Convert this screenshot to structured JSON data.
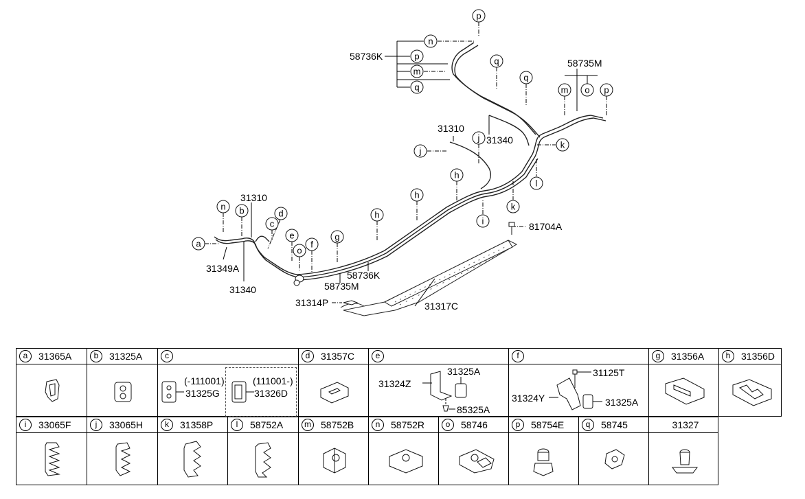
{
  "callouts": {
    "p_top": "p",
    "n_top": "n",
    "p_mid": "p",
    "m_mid": "m",
    "q_mid": "q",
    "q1": "q",
    "q2": "q",
    "m_r": "m",
    "o_r": "o",
    "p_r": "p",
    "k_r": "k",
    "l_r": "l",
    "k_b": "k",
    "j_l": "j",
    "j_c": "j",
    "h1": "h",
    "h2": "h",
    "h3": "h",
    "i": "i",
    "g": "g",
    "n_l": "n",
    "b": "b",
    "c": "c",
    "d": "d",
    "e": "e",
    "o_l": "o",
    "f": "f",
    "a": "a"
  },
  "labels": {
    "p58736K_top": "58736K",
    "p58735M_top": "58735M",
    "p31310_top": "31310",
    "p31340_top": "31340",
    "p31310_left": "31310",
    "p31349A": "31349A",
    "p31340_left": "31340",
    "p58736K_mid": "58736K",
    "p58735M_mid": "58735M",
    "p31314P": "31314P",
    "p31317C": "31317C",
    "p81704A": "81704A"
  },
  "table": {
    "row1": [
      {
        "letter": "a",
        "code": "31365A"
      },
      {
        "letter": "b",
        "code": "31325A"
      },
      {
        "letter": "c",
        "code": "",
        "left_note": "(-111001)",
        "left_part": "31325G",
        "right_note": "(111001-)",
        "right_part": "31326D"
      },
      {
        "letter": "d",
        "code": "31357C"
      },
      {
        "letter": "e",
        "code": "",
        "parts": [
          "31324Z",
          "31325A",
          "85325A"
        ]
      },
      {
        "letter": "f",
        "code": "",
        "parts": [
          "31125T",
          "31324Y",
          "31325A"
        ]
      },
      {
        "letter": "g",
        "code": "31356A"
      },
      {
        "letter": "h",
        "code": "31356D"
      }
    ],
    "row2": [
      {
        "letter": "i",
        "code": "33065F"
      },
      {
        "letter": "j",
        "code": "33065H"
      },
      {
        "letter": "k",
        "code": "31358P"
      },
      {
        "letter": "l",
        "code": "58752A"
      },
      {
        "letter": "m",
        "code": "58752B"
      },
      {
        "letter": "n",
        "code": "58752R"
      },
      {
        "letter": "o",
        "code": "58746"
      },
      {
        "letter": "p",
        "code": "58754E"
      },
      {
        "letter": "q",
        "code": "58745"
      },
      {
        "letter": "",
        "code": "31327"
      }
    ]
  }
}
